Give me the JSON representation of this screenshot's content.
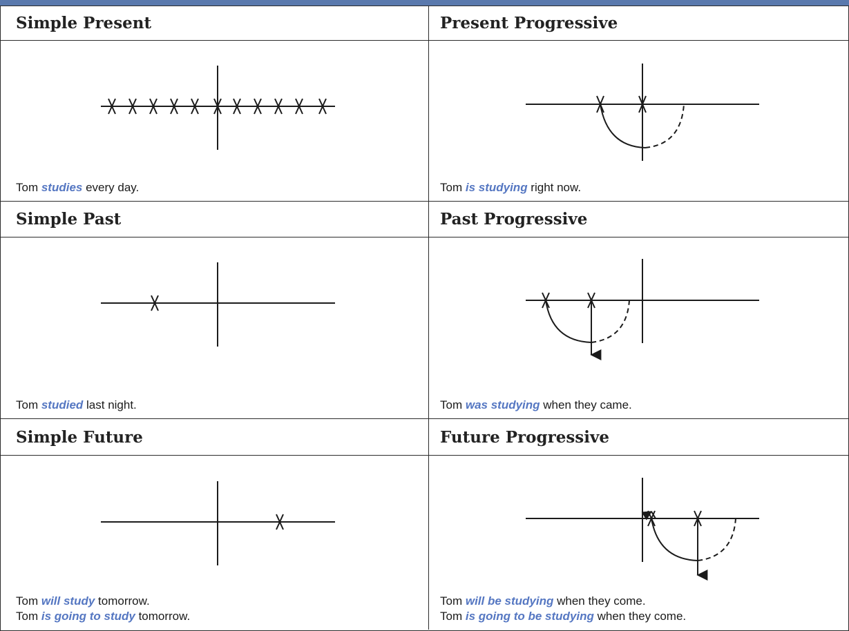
{
  "cells": [
    {
      "title": "Simple Present",
      "lines": [
        {
          "before": "Tom ",
          "verb": "studies",
          "after": " every day."
        }
      ]
    },
    {
      "title": "Present Progressive",
      "lines": [
        {
          "before": "Tom ",
          "verb": "is studying",
          "after": " right now."
        }
      ]
    },
    {
      "title": "Simple Past",
      "lines": [
        {
          "before": "Tom ",
          "verb": "studied",
          "after": " last night."
        }
      ]
    },
    {
      "title": "Past Progressive",
      "lines": [
        {
          "before": "Tom ",
          "verb": "was studying",
          "after": " when they came."
        }
      ]
    },
    {
      "title": "Simple Future",
      "lines": [
        {
          "before": "Tom ",
          "verb": "will study",
          "after": " tomorrow."
        },
        {
          "before": "Tom ",
          "verb": "is going to study",
          "after": " tomorrow."
        }
      ]
    },
    {
      "title": "Future Progressive",
      "lines": [
        {
          "before": "Tom ",
          "verb": "will be studying",
          "after": " when they come."
        },
        {
          "before": "Tom ",
          "verb": "is going to be studying",
          "after": " when they come."
        }
      ]
    }
  ],
  "colors": {
    "header_bar": "#5a79ad",
    "verb": "#5577c2",
    "line": "#1b1b1b"
  }
}
